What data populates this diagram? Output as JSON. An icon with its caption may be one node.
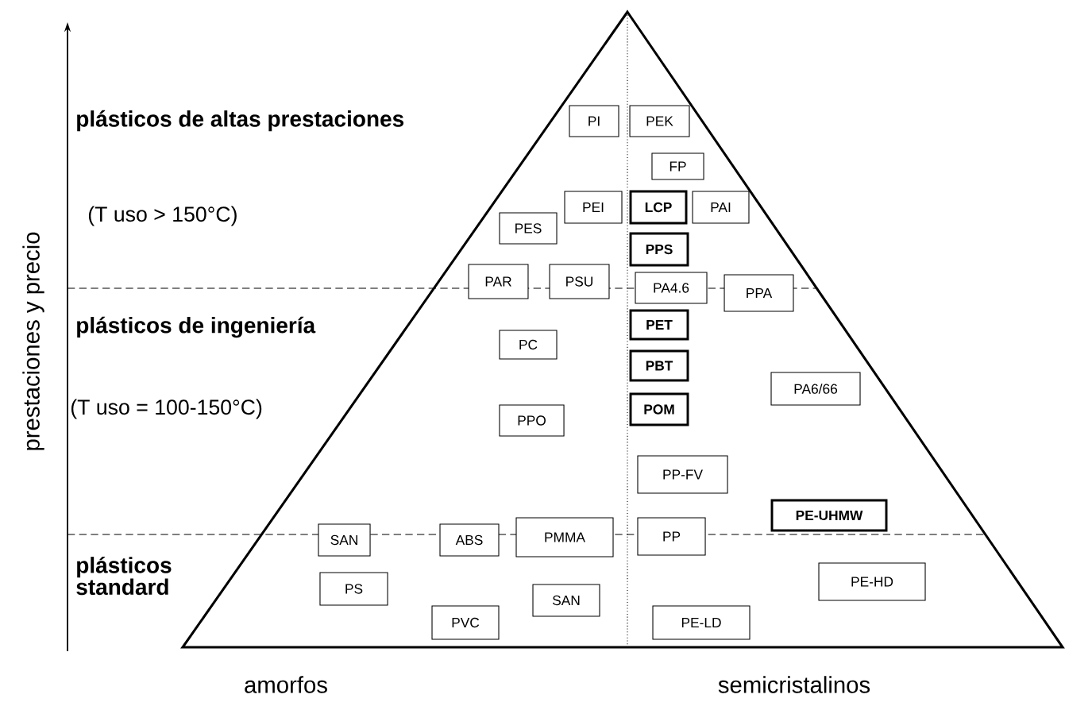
{
  "diagram": {
    "nodes": [
      {
        "text": [],
        "shape": "triangle"
      },
      {
        "text": [
          "PI"
        ],
        "in": 0
      },
      {
        "text": [
          "PEK"
        ],
        "in": 0
      },
      {
        "text": [
          "FP"
        ],
        "in": 0
      },
      {
        "text": [
          "PEI"
        ],
        "in": 0
      },
      {
        "text": [
          "LCP"
        ],
        "in": 0
      },
      {
        "text": [
          "PAI"
        ],
        "in": 0
      },
      {
        "text": [
          "PES"
        ],
        "in": 0
      },
      {
        "text": [
          "PPS"
        ],
        "in": 0
      },
      {
        "text": [
          "PAR"
        ],
        "in": 0
      },
      {
        "text": [
          "PSU"
        ],
        "in": 0
      },
      {
        "text": [
          "PA4.6"
        ],
        "in": 0
      },
      {
        "text": [
          "PPA"
        ],
        "in": 0
      },
      {
        "text": [
          "PET"
        ],
        "in": 0
      },
      {
        "text": [
          "PC"
        ],
        "in": 0
      },
      {
        "text": [
          "PBT"
        ],
        "in": 0
      },
      {
        "text": [
          "PA6/66"
        ],
        "in": 0
      },
      {
        "text": [
          "POM"
        ],
        "in": 0
      },
      {
        "text": [
          "PPO"
        ],
        "in": 0
      },
      {
        "text": [
          "PP-FV"
        ],
        "in": 0
      },
      {
        "text": [
          "PE-UHMW"
        ],
        "in": 0
      },
      {
        "text": [
          "SAN"
        ],
        "in": 0
      },
      {
        "text": [
          "ABS"
        ],
        "in": 0
      },
      {
        "text": [
          "PMMA"
        ],
        "in": 0
      },
      {
        "text": [
          "PP"
        ],
        "in": 0
      },
      {
        "text": [
          "PS"
        ],
        "in": 0
      },
      {
        "text": [
          "PE-HD"
        ],
        "in": 0
      },
      {
        "text": [
          "SAN"
        ],
        "in": 0
      },
      {
        "text": [
          "PVC"
        ],
        "in": 0
      },
      {
        "text": [
          "PE-LD"
        ],
        "in": 0
      }
    ],
    "labels": [
      "prestaciones y precio",
      "plásticos de altas prestaciones",
      "(T uso > 150°C)",
      "plásticos de ingeniería",
      "(T uso = 100-150°C)",
      "plásticos standard",
      "amorfos",
      "semicristalinos"
    ]
  }
}
